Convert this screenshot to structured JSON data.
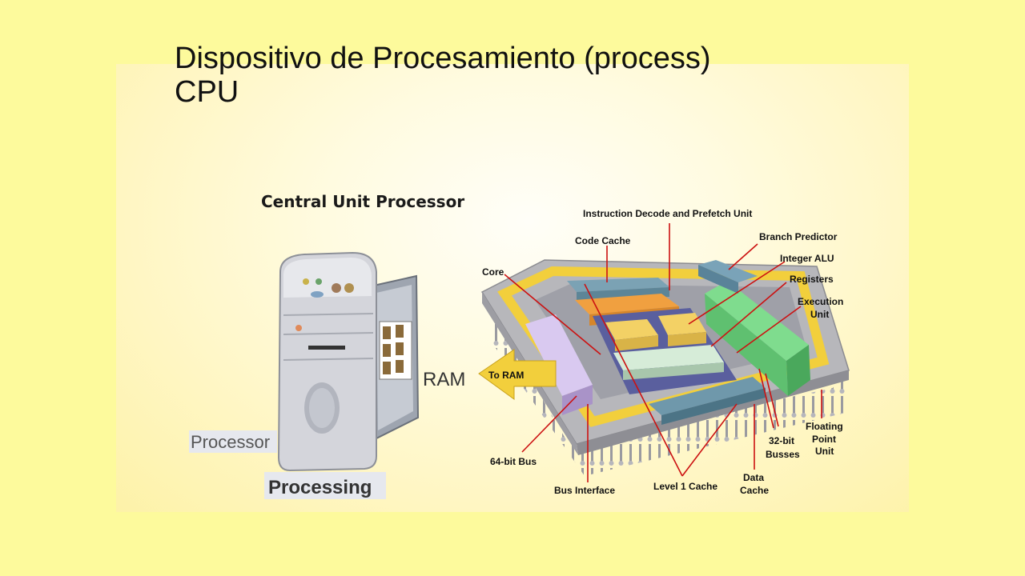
{
  "slide": {
    "title_line1": "Dispositivo de Procesamiento (process)",
    "title_line2": "CPU",
    "subtitle": "Central Unit Processor"
  },
  "left_figure": {
    "ram_label": "RAM",
    "processor_label": "Processor",
    "processing_label": "Processing"
  },
  "cpu_diagram": {
    "to_ram": "To RAM",
    "labels": {
      "instruction_decode": "Instruction Decode and Prefetch Unit",
      "code_cache": "Code Cache",
      "branch_predictor": "Branch Predictor",
      "integer_alu": "Integer ALU",
      "registers": "Registers",
      "core": "Core",
      "execution_unit_1": "Execution",
      "execution_unit_2": "Unit",
      "floating_point_1": "Floating",
      "floating_point_2": "Point",
      "floating_point_3": "Unit",
      "bit_busses_1": "32-bit",
      "bit_busses_2": "Busses",
      "data_cache_1": "Data",
      "data_cache_2": "Cache",
      "level1_cache": "Level 1 Cache",
      "bus_interface": "Bus Interface",
      "bus_64": "64-bit Bus"
    }
  },
  "colors": {
    "background": "#fdfa9c",
    "chip_gray": "#a9a9ad",
    "trace_yellow": "#f2cf3c",
    "green_unit": "#66cc77",
    "purple_bus": "#c9b6e6",
    "blue_cache": "#5f8fa3",
    "red_leader": "#cc1111"
  }
}
